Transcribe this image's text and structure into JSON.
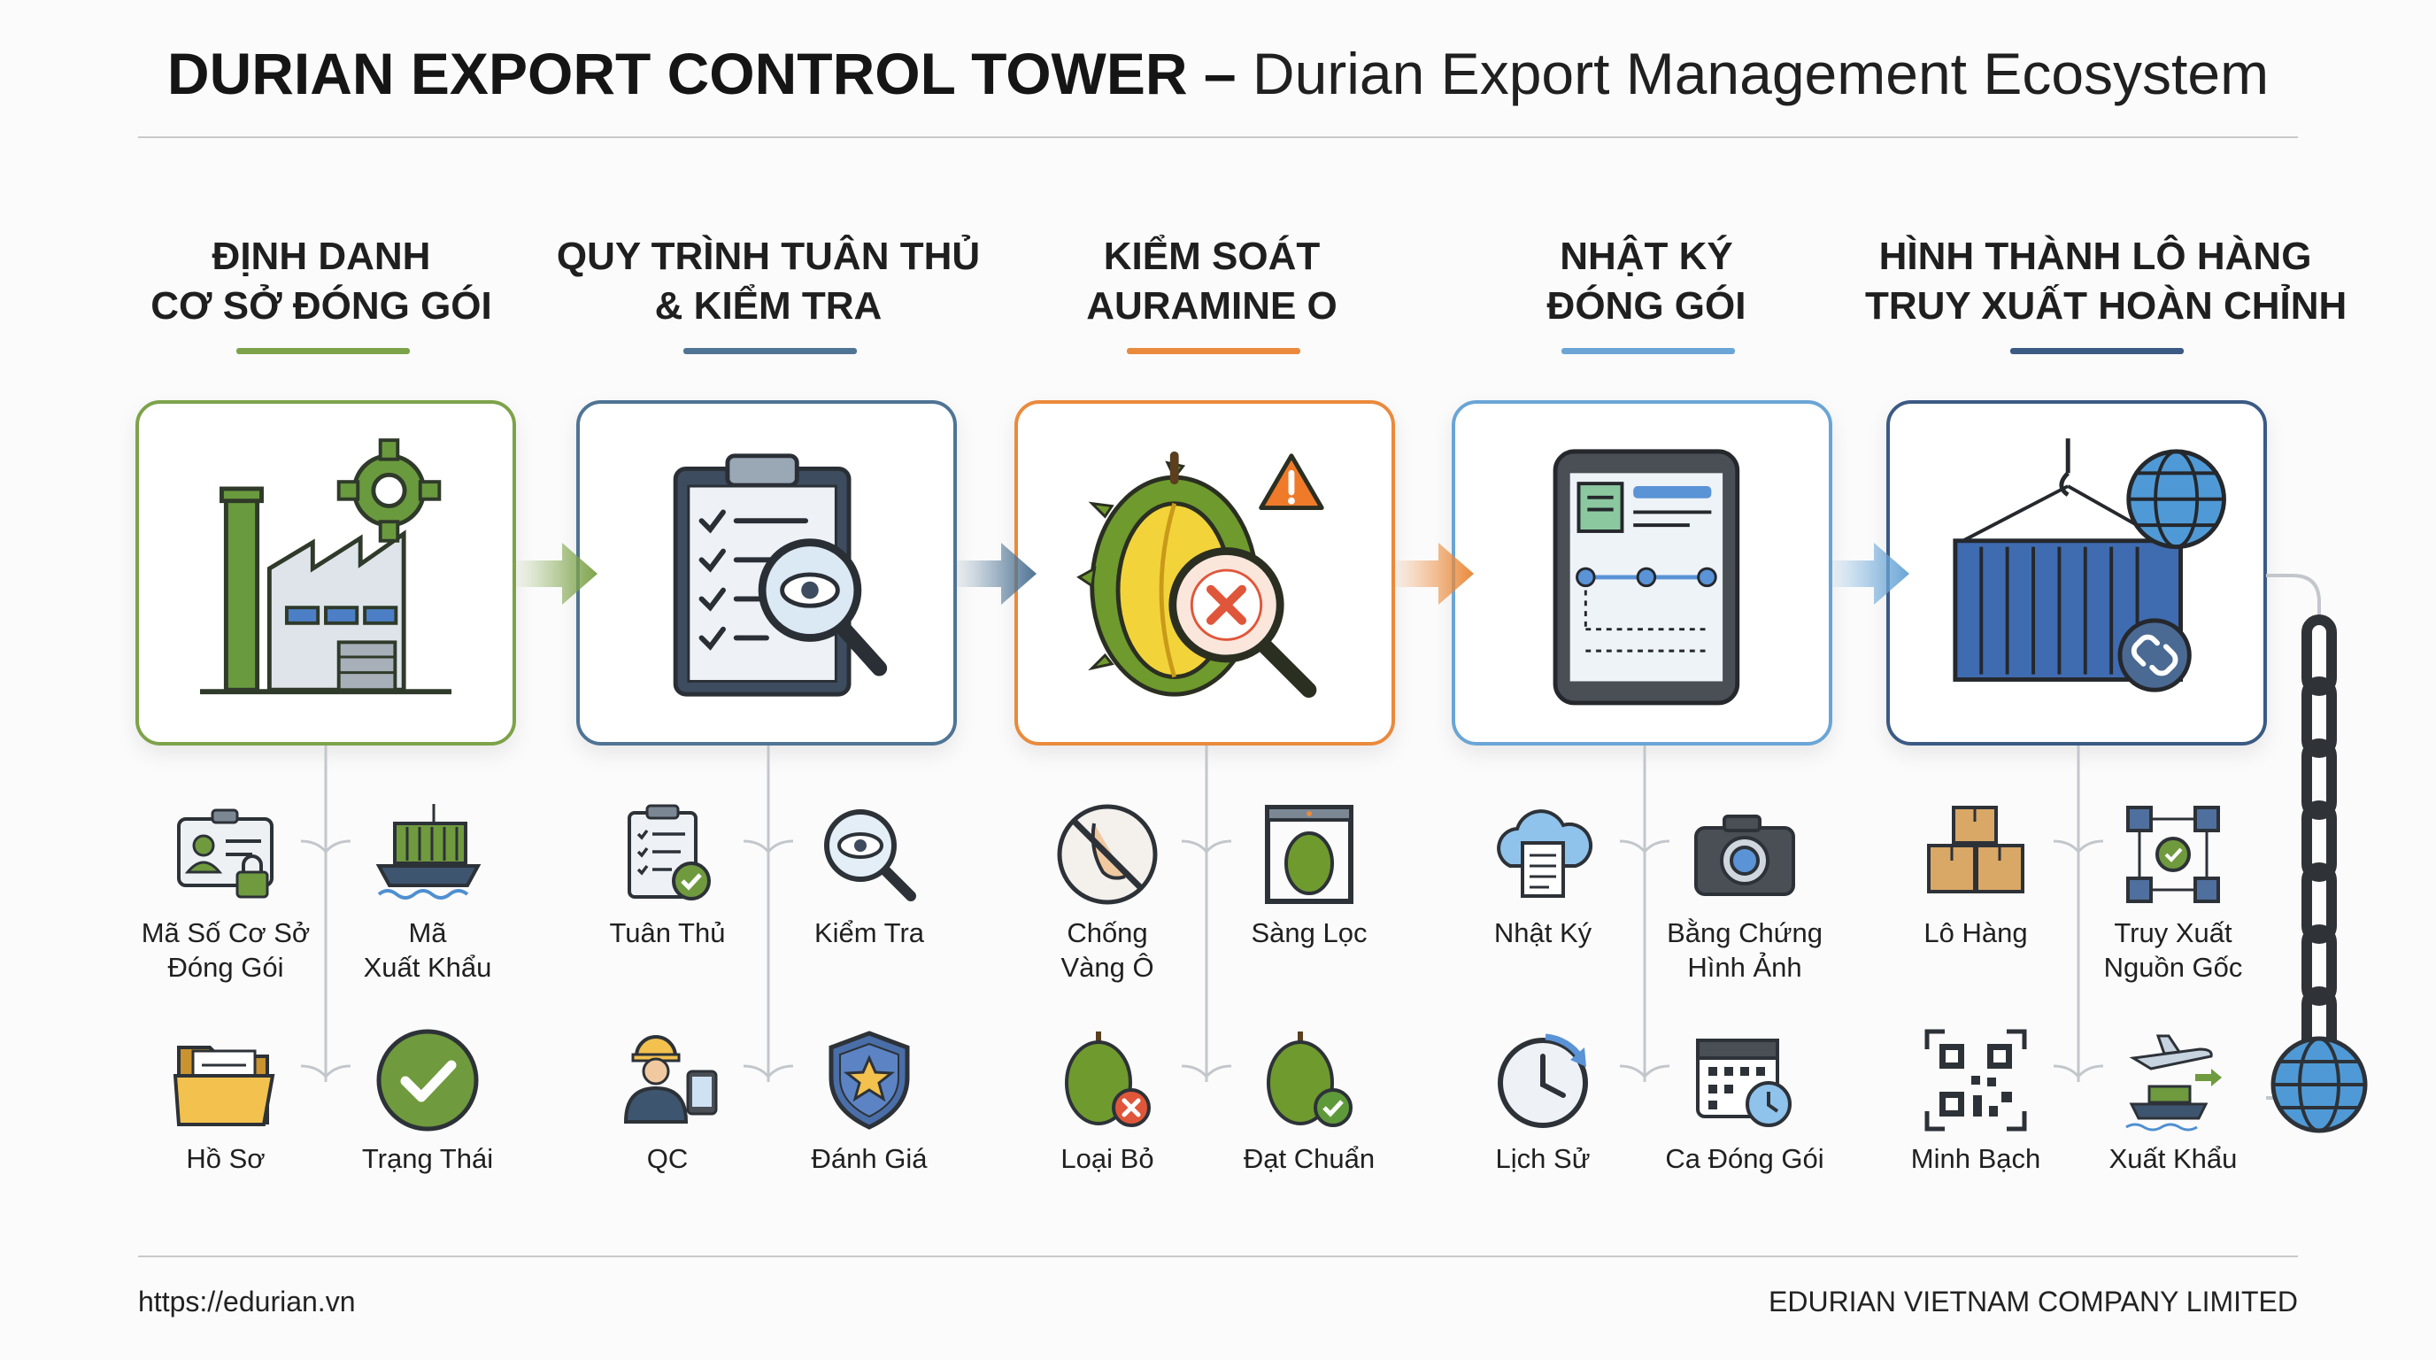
{
  "header": {
    "title_bold": "DURIAN EXPORT CONTROL TOWER –",
    "title_light": "Durian Export Management Ecosystem"
  },
  "colors": {
    "green": "#7da34a",
    "steel": "#4f7494",
    "orange": "#ea8a3c",
    "lightblue": "#6aa5d6",
    "navy": "#3b5a84"
  },
  "columns": [
    {
      "title_line1": "ĐỊNH DANH",
      "title_line2": "CƠ SỞ ĐÓNG GÓI",
      "main_icon": "factory-gear-icon",
      "items": [
        {
          "label1": "Mã Số Cơ Sở",
          "label2": "Đóng Gói",
          "icon": "id-card-lock-icon"
        },
        {
          "label1": "Mã",
          "label2": "Xuất Khẩu",
          "icon": "cargo-ship-icon"
        },
        {
          "label1": "Hồ Sơ",
          "label2": "",
          "icon": "folder-icon"
        },
        {
          "label1": "Trạng Thái",
          "label2": "",
          "icon": "check-circle-icon"
        }
      ]
    },
    {
      "title_line1": "QUY TRÌNH TUÂN THỦ",
      "title_line2": "& KIỂM TRA",
      "main_icon": "clipboard-magnifier-icon",
      "items": [
        {
          "label1": "Tuân Thủ",
          "label2": "",
          "icon": "checklist-icon"
        },
        {
          "label1": "Kiểm Tra",
          "label2": "",
          "icon": "eye-magnifier-icon"
        },
        {
          "label1": "QC",
          "label2": "",
          "icon": "inspector-tablet-icon"
        },
        {
          "label1": "Đánh Giá",
          "label2": "",
          "icon": "shield-star-icon"
        }
      ]
    },
    {
      "title_line1": "KIỂM SOÁT",
      "title_line2": "AURAMINE O",
      "main_icon": "durian-warning-icon",
      "items": [
        {
          "label1": "Chống",
          "label2": "Vàng Ô",
          "icon": "no-dye-icon"
        },
        {
          "label1": "Sàng Lọc",
          "label2": "",
          "icon": "scanner-gate-icon"
        },
        {
          "label1": "Loại Bỏ",
          "label2": "",
          "icon": "durian-reject-icon"
        },
        {
          "label1": "Đạt Chuẩn",
          "label2": "",
          "icon": "durian-pass-icon"
        }
      ]
    },
    {
      "title_line1": "NHẬT KÝ",
      "title_line2": "ĐÓNG GÓI",
      "main_icon": "tablet-log-icon",
      "items": [
        {
          "label1": "Nhật Ký",
          "label2": "",
          "icon": "cloud-document-icon"
        },
        {
          "label1": "Bằng Chứng",
          "label2": "Hình Ảnh",
          "icon": "camera-icon"
        },
        {
          "label1": "Lịch Sử",
          "label2": "",
          "icon": "history-clock-icon"
        },
        {
          "label1": "Ca Đóng Gói",
          "label2": "",
          "icon": "calendar-clock-icon"
        }
      ]
    },
    {
      "title_line1": "HÌNH THÀNH LÔ HÀNG",
      "title_line2": "TRUY XUẤT HOÀN CHỈNH",
      "main_icon": "container-globe-icon",
      "items": [
        {
          "label1": "Lô Hàng",
          "label2": "",
          "icon": "stacked-boxes-icon"
        },
        {
          "label1": "Truy Xuất",
          "label2": "Nguồn Gốc",
          "icon": "trace-network-icon"
        },
        {
          "label1": "Minh Bạch",
          "label2": "",
          "icon": "qr-code-icon"
        },
        {
          "label1": "Xuất Khẩu",
          "label2": "",
          "icon": "plane-ship-icon"
        }
      ]
    }
  ],
  "footer": {
    "url": "https://edurian.vn",
    "company": "EDURIAN VIETNAM COMPANY LIMITED"
  }
}
